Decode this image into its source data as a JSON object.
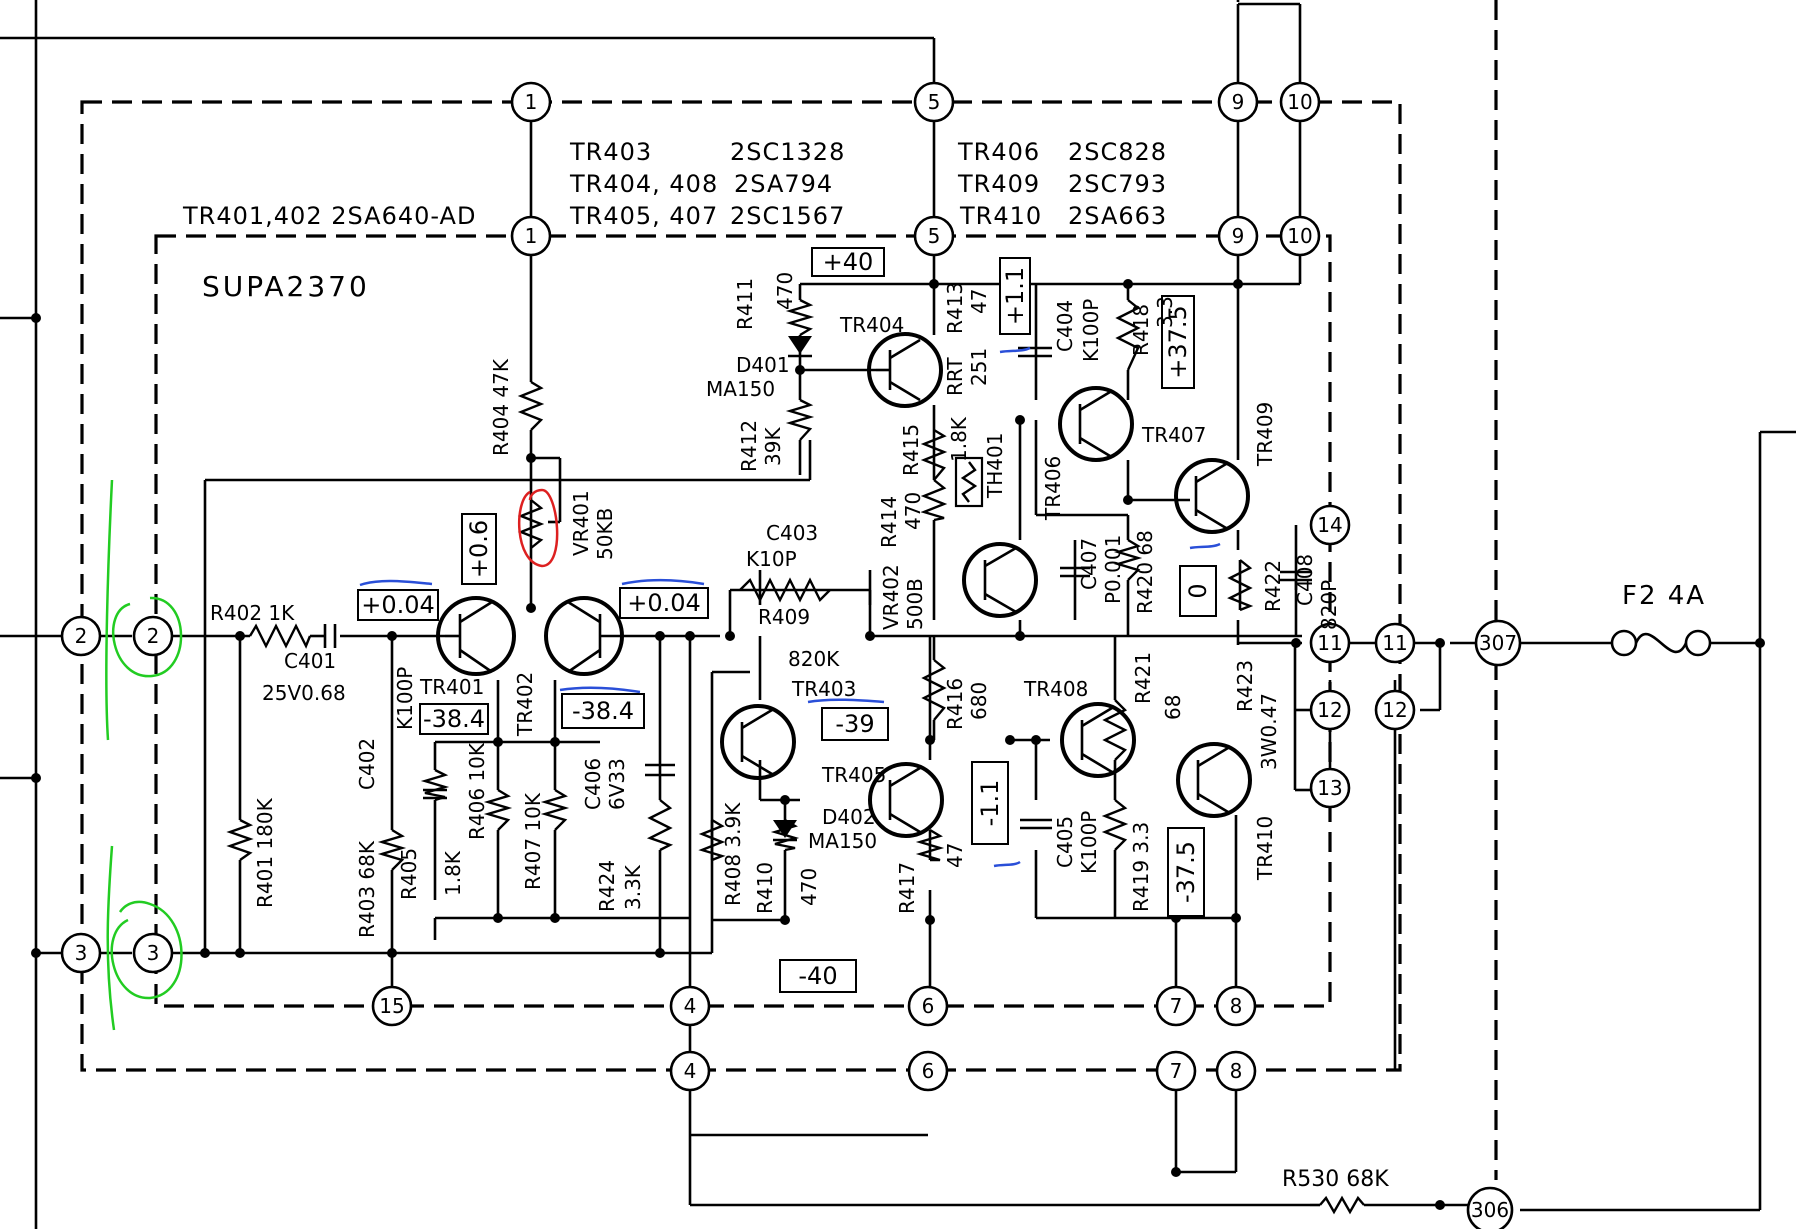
{
  "module": "SUPA2370",
  "colors": {
    "ink": "#000000",
    "paper": "#ffffff",
    "green": "#22cc22",
    "red": "#dd2020",
    "blue": "#2a4fd8"
  },
  "transistor_table": {
    "left": [
      {
        "ref": "TR403",
        "part": "2SC1328"
      },
      {
        "ref": "TR404, 408",
        "part": "2SA794"
      },
      {
        "ref": "TR405, 407",
        "part": "2SC1567"
      }
    ],
    "right": [
      {
        "ref": "TR406",
        "part": "2SC828"
      },
      {
        "ref": "TR409",
        "part": "2SC793"
      },
      {
        "ref": "TR410",
        "part": "2SA663"
      }
    ],
    "tr401_402": "TR401,402 2SA640-AD"
  },
  "nodes": {
    "n1": "1",
    "n2": "2",
    "n3": "3",
    "n4": "4",
    "n5": "5",
    "n6": "6",
    "n7": "7",
    "n8": "8",
    "n9": "9",
    "n10": "10",
    "n11": "11",
    "n12": "12",
    "n13": "13",
    "n14": "14",
    "n15": "15",
    "n306": "306",
    "n307": "307"
  },
  "voltages": {
    "v40p": "+40",
    "v11p": "+1.1",
    "v375p": "+37.5",
    "v06": "+0.6",
    "v004a": "+0.04",
    "v004b": "+0.04",
    "v384a": "-38.4",
    "v384b": "-38.4",
    "v39": "-39",
    "v0": "0",
    "v11m": "-1.1",
    "v375m": "-37.5",
    "v40m": "-40"
  },
  "components": {
    "r411": "R411",
    "r411v": "470",
    "d401": "D401",
    "ma150a": "MA150",
    "r412": "R412",
    "r412v": "39K",
    "tr404": "TR404",
    "r413": "R413",
    "r413v": "47",
    "rrt": "RRT",
    "rrt251": "251",
    "r415": "R415",
    "r415v": "1.8K",
    "c404": "C404",
    "c404v": "K100P",
    "r418": "R418",
    "r418v": "3.3",
    "tr407": "TR407",
    "tr409": "TR409",
    "r404": "R404 47K",
    "vr401": "VR401",
    "vr401v": "50KB",
    "c403": "C403",
    "c403v": "K10P",
    "r414": "R414",
    "r414v": "470",
    "th401": "TH401",
    "tr406": "TR406",
    "c407": "C407",
    "c407v": "P0.001",
    "r420": "R420 68",
    "r422": "R422",
    "c408": "C408",
    "c408v": "820P",
    "r402": "R402 1K",
    "c401": "C401",
    "c401v": "25V0.68",
    "tr401": "TR401",
    "tr402": "TR402",
    "r409": "R409",
    "r409v": "820K",
    "vr402": "VR402",
    "vr402v": "500B",
    "tr403": "TR403",
    "tr405": "TR405",
    "r416": "R416",
    "r416v": "680",
    "tr408": "TR408",
    "r421": "R421",
    "r421v": "68",
    "r423": "R423",
    "r423v": "3W0.47",
    "c402": "C402",
    "c402v": "K100P",
    "r403": "R403 68K",
    "r405": "R405",
    "r405v": "1.8K",
    "r406": "R406 10K",
    "r407": "R407 10K",
    "c406": "C406",
    "c406v": "6V33",
    "r424": "R424",
    "r424v": "3.3K",
    "r408": "R408 3.9K",
    "r410": "R410",
    "r410v": "470",
    "d402": "D402",
    "ma150b": "MA150",
    "r417": "R417",
    "r417v": "47",
    "c405": "C405",
    "c405v": "K100P",
    "r419": "R419 3.3",
    "tr410": "TR410",
    "r401": "R401 180K",
    "fuse": "F2  4A",
    "r530": "R530 68K"
  }
}
